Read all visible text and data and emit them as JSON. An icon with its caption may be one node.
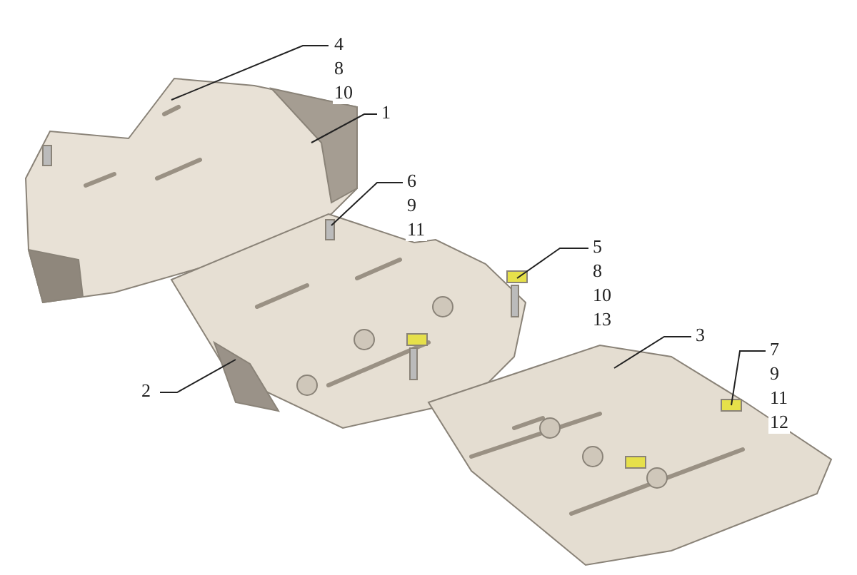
{
  "diagram": {
    "nodes": [
      {
        "text": [
          "4",
          "8",
          "10"
        ]
      },
      {
        "text": [
          "1"
        ]
      },
      {
        "text": [
          "6",
          "9",
          "11"
        ]
      },
      {
        "text": [
          "5",
          "8",
          "10",
          "13"
        ]
      },
      {
        "text": [
          "3"
        ]
      },
      {
        "text": [
          "7",
          "9",
          "11",
          "12"
        ]
      },
      {
        "text": [
          "2"
        ]
      }
    ],
    "edges": [
      {
        "from": 0,
        "to": null,
        "arrow": "none"
      },
      {
        "from": 1,
        "to": null,
        "arrow": "none"
      },
      {
        "from": 2,
        "to": null,
        "arrow": "none"
      },
      {
        "from": 3,
        "to": null,
        "arrow": "none"
      },
      {
        "from": 4,
        "to": null,
        "arrow": "none"
      },
      {
        "from": 5,
        "to": null,
        "arrow": "none"
      },
      {
        "from": 6,
        "to": null,
        "arrow": "none"
      }
    ]
  }
}
